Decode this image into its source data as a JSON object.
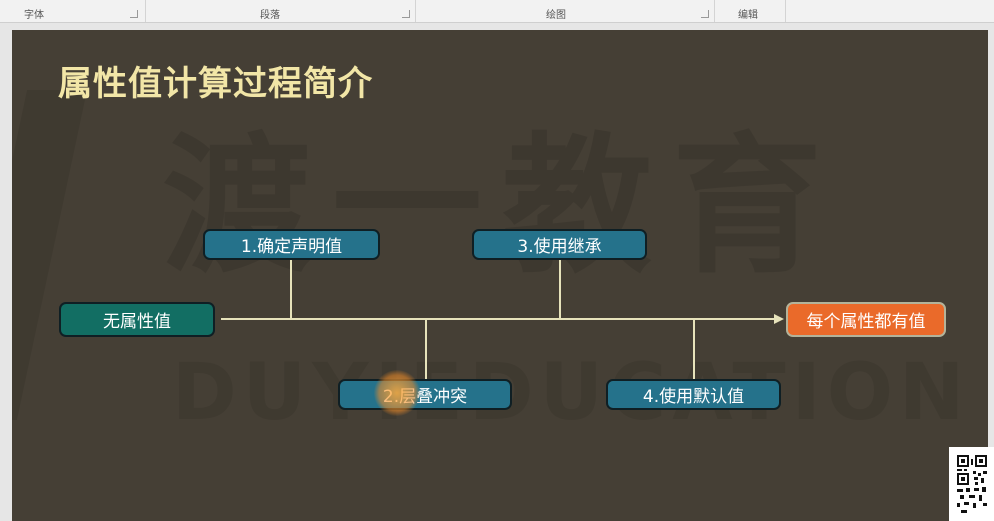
{
  "ribbon": {
    "groups": [
      {
        "label": "字体"
      },
      {
        "label": "段落"
      },
      {
        "label": "绘图"
      },
      {
        "label": "编辑"
      }
    ]
  },
  "slide": {
    "title": "属性值计算过程简介",
    "watermark_cn": "渡一教育",
    "watermark_en": "DUYIEDUCATION",
    "start": "无属性值",
    "end": "每个属性都有值",
    "steps": [
      {
        "label": "1.确定声明值"
      },
      {
        "label": "2.层叠冲突"
      },
      {
        "label": "3.使用继承"
      },
      {
        "label": "4.使用默认值"
      }
    ]
  },
  "colors": {
    "slide_background": "#453f35",
    "title": "#f2e6a7",
    "step_box": "#25728b",
    "start_box": "#126e63",
    "end_box": "#ea6a2a",
    "connector": "#e7e3bb"
  }
}
